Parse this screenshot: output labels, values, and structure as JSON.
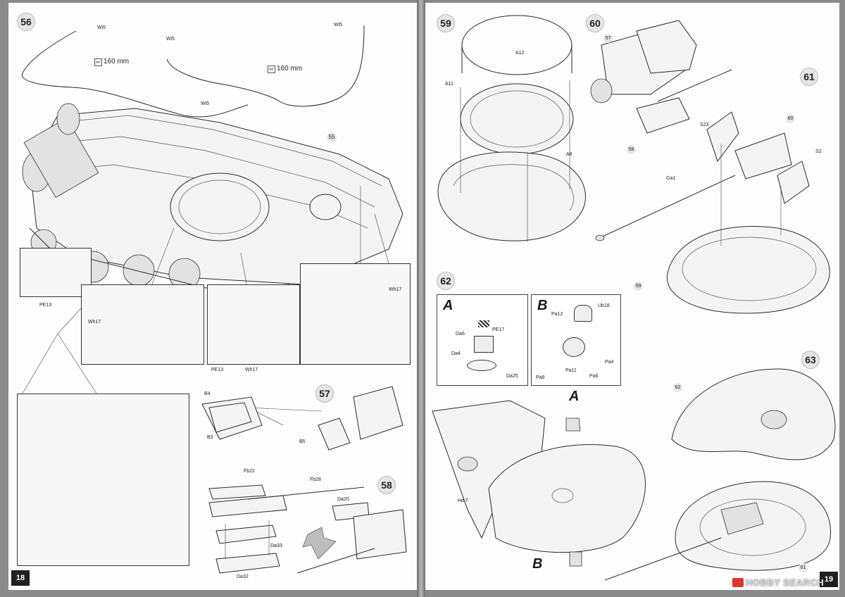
{
  "left_page": {
    "page_number": "18",
    "steps": [
      "56",
      "57",
      "58"
    ],
    "labels": {
      "wi5_a": "Wi5",
      "wi5_b": "Wi5",
      "wi5_c": "Wi5",
      "wi5_d": "Wi5",
      "measure_1": "160 mm",
      "measure_2": "160 mm",
      "part_55": "55",
      "pe13_a": "PE13",
      "pe13_b": "PE13",
      "wh17_a": "Wh17",
      "wh17_b": "Wh17",
      "wh17_c": "Wh17",
      "b4": "B4",
      "b3": "B3",
      "b5": "B5",
      "fb22": "Fb22",
      "fb28": "Fb28",
      "da20": "Da20",
      "da33": "Da33",
      "da32": "Da32"
    }
  },
  "right_page": {
    "page_number": "19",
    "steps": [
      "59",
      "60",
      "61",
      "62",
      "63"
    ],
    "labels": {
      "a12": "A12",
      "a11": "A11",
      "a8": "A8",
      "p57": "57",
      "p58": "58",
      "s23": "S23",
      "p60": "60",
      "s2": "S2",
      "ga1": "Ga1",
      "p59": "59",
      "sub_a": "A",
      "sub_b": "B",
      "pe17": "PE17",
      "da6": "Da6",
      "da4": "Da4",
      "da25": "Da25",
      "pa12": "Pa12",
      "ub18": "Ub18",
      "pa4": "Pa4",
      "pa11": "Pa11",
      "pa8": "Pa8",
      "pa6": "Pa6",
      "sub_a2": "A",
      "sub_b2": "B",
      "hd7": "Hd 7",
      "p62": "62",
      "p61": "61"
    }
  },
  "watermark": "HOBBY SEARCH"
}
